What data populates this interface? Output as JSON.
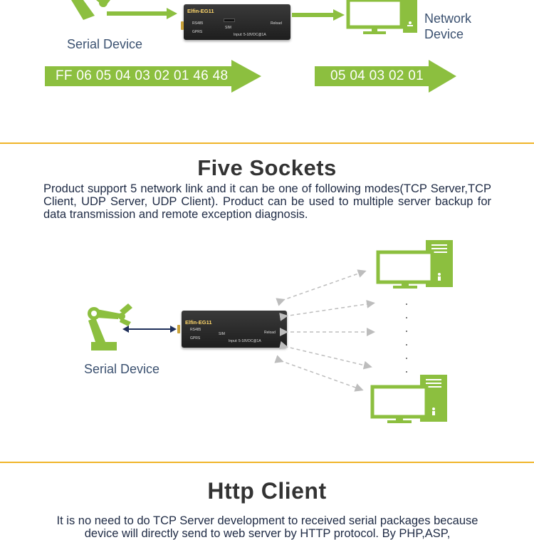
{
  "top": {
    "serial_label": "Serial Device",
    "network_label_line1": "Network",
    "network_label_line2": "Device",
    "arrow_left_text": "FF 06 05 04 03 02 01 46 48",
    "arrow_right_text": "05 04 03 02 01"
  },
  "device": {
    "brand": "Elfin-EG11",
    "rs485": "RS485",
    "gprs": "GPRS",
    "sim": "SIM",
    "input": "Input: 5-18VDC@1A",
    "reload": "Reload"
  },
  "five_sockets": {
    "title": "Five Sockets",
    "body": "Product support 5 network link and it can be one of following modes(TCP Server,TCP Client, UDP Server, UDP Client). Product can be used to multiple server backup for data transmission and remote exception diagnosis.",
    "serial_label": "Serial Device"
  },
  "http_client": {
    "title": "Http Client",
    "body": "It is no need to do TCP Server development to received serial packages because device will directly send to web server by HTTP protocol. By PHP,ASP,"
  },
  "colors": {
    "green": "#8cbf3f",
    "divider": "#f0b429",
    "text": "#2b2b2b"
  }
}
